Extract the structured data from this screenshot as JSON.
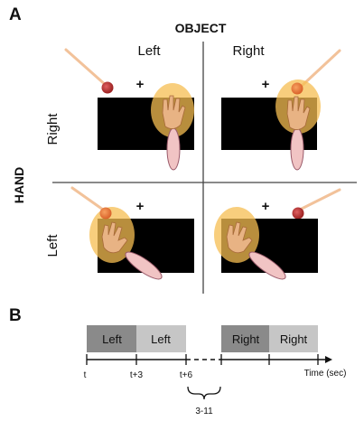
{
  "panel_a": {
    "letter": "A",
    "object_heading": "OBJECT",
    "hand_heading": "HAND",
    "columns": [
      "Left",
      "Right"
    ],
    "rows": [
      "Right",
      "Left"
    ],
    "fixation": "+"
  },
  "panel_b": {
    "letter": "B",
    "blocks": [
      "Left",
      "Left",
      "Right",
      "Right"
    ],
    "ticks": [
      "t",
      "t+3",
      "t+6"
    ],
    "time_label": "Time (sec)",
    "interval_label": "3-11"
  },
  "colors": {
    "screen": "#000000",
    "glow": "#f5bd52",
    "hand": "#e8b384",
    "forearm": "#f1c4c4",
    "light_beam": "#f2c29a",
    "red_light": "#b83333",
    "orange_light": "#e8803a",
    "block_dark": "#8a8a8a",
    "block_light": "#c6c6c6"
  }
}
